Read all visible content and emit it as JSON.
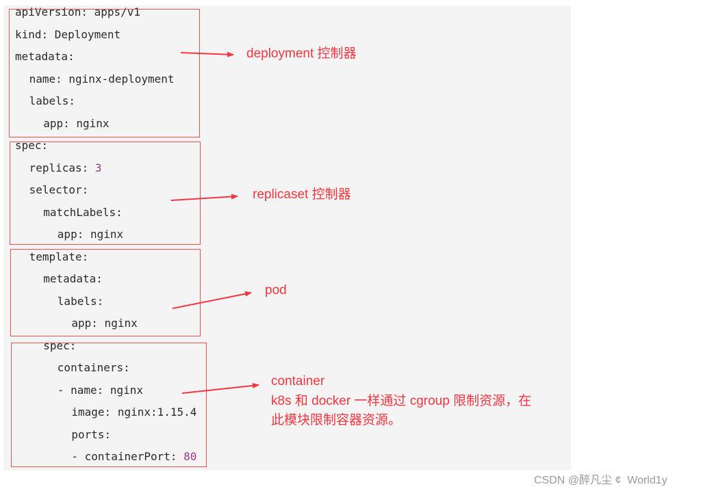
{
  "code_lines": [
    {
      "indent": 0,
      "key": "apiVersion:",
      "value": " apps/v1"
    },
    {
      "indent": 0,
      "key": "kind:",
      "value": " Deployment"
    },
    {
      "indent": 0,
      "key": "metadata:",
      "value": ""
    },
    {
      "indent": 2,
      "key": "name:",
      "value": " nginx-deployment"
    },
    {
      "indent": 2,
      "key": "labels:",
      "value": ""
    },
    {
      "indent": 4,
      "key": "app:",
      "value": " nginx"
    },
    {
      "indent": 0,
      "key": "spec:",
      "value": ""
    },
    {
      "indent": 2,
      "key": "replicas:",
      "value": "",
      "number": " 3"
    },
    {
      "indent": 2,
      "key": "selector:",
      "value": ""
    },
    {
      "indent": 4,
      "key": "matchLabels:",
      "value": ""
    },
    {
      "indent": 6,
      "key": "app:",
      "value": " nginx"
    },
    {
      "indent": 2,
      "key": "template:",
      "value": ""
    },
    {
      "indent": 4,
      "key": "metadata:",
      "value": ""
    },
    {
      "indent": 6,
      "key": "labels:",
      "value": ""
    },
    {
      "indent": 8,
      "key": "app:",
      "value": " nginx"
    },
    {
      "indent": 4,
      "key": "spec:",
      "value": ""
    },
    {
      "indent": 6,
      "key": "containers:",
      "value": ""
    },
    {
      "indent": 6,
      "key": "- name:",
      "value": " nginx"
    },
    {
      "indent": 8,
      "key": "image:",
      "value": " nginx:1.15.4"
    },
    {
      "indent": 8,
      "key": "ports:",
      "value": ""
    },
    {
      "indent": 8,
      "key": "- containerPort:",
      "value": "",
      "number": " 80"
    }
  ],
  "annotations": {
    "deployment": "deployment 控制器",
    "replicaset": "replicaset 控制器",
    "pod": "pod",
    "container_title": "container",
    "container_desc_1": "k8s 和 docker 一样通过 cgroup 限制资源，在",
    "container_desc_2": "此模块限制容器资源。"
  },
  "colors": {
    "annotation": "#f5353f",
    "box": "#f05050",
    "number": "#a0357e"
  },
  "watermark": "CSDN @醉凡尘 ¢  World1y"
}
